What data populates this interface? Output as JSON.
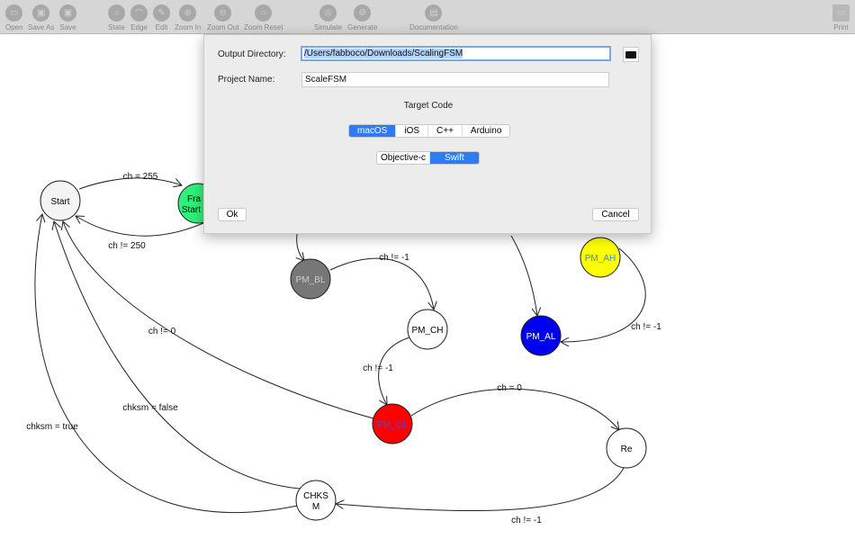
{
  "toolbar": {
    "items": [
      {
        "label": "Open",
        "icon": "folder-icon"
      },
      {
        "label": "Save As",
        "icon": "disk-icon"
      },
      {
        "label": "Save",
        "icon": "disk-icon"
      },
      {
        "label": "State",
        "icon": "circle-icon"
      },
      {
        "label": "Edge",
        "icon": "arc-icon"
      },
      {
        "label": "Edit",
        "icon": "pencil-icon"
      },
      {
        "label": "Zoom In",
        "icon": "zoom-in-icon"
      },
      {
        "label": "Zoom Out",
        "icon": "zoom-out-icon"
      },
      {
        "label": "Zoom Reset",
        "icon": "zoom-reset-icon"
      },
      {
        "label": "Simulate",
        "icon": "simulate-icon"
      },
      {
        "label": "Generate",
        "icon": "gears-icon"
      },
      {
        "label": "Documentation",
        "icon": "book-icon"
      },
      {
        "label": "Print",
        "icon": "printer-icon"
      }
    ]
  },
  "graph": {
    "nodes": [
      {
        "label": "Start",
        "color": "#f4f4f4"
      },
      {
        "label": "Fra Start",
        "color": "#2ff07a"
      },
      {
        "label": "PM_BL",
        "color": "#777777"
      },
      {
        "label": "PM_CH",
        "color": "#ffffff"
      },
      {
        "label": "PM_CL",
        "color": "#ff0000"
      },
      {
        "label": "Re",
        "color": "#ffffff"
      },
      {
        "label": "CHKSM",
        "color": "#ffffff"
      },
      {
        "label": "PM_AH",
        "color": "#ffff00"
      },
      {
        "label": "PM_AL",
        "color": "#0000ee"
      }
    ],
    "edges": [
      "ch = 255",
      "ch != 250",
      "ch != -1",
      "ch != -1",
      "ch != 0",
      "ch = 0",
      "ch != -1",
      "chksm = false",
      "chksm = true",
      "ch != -1"
    ]
  },
  "dialog": {
    "output_dir_label": "Output Directory:",
    "output_dir_value": "/Users/fabboco/Downloads/ScalingFSM",
    "project_label": "Project Name:",
    "project_value": "ScaleFSM",
    "target_label": "Target Code",
    "targets": [
      "macOS",
      "iOS",
      "C++",
      "Arduino"
    ],
    "languages": [
      "Objective-c",
      "Swift"
    ],
    "ok": "Ok",
    "cancel": "Cancel"
  }
}
